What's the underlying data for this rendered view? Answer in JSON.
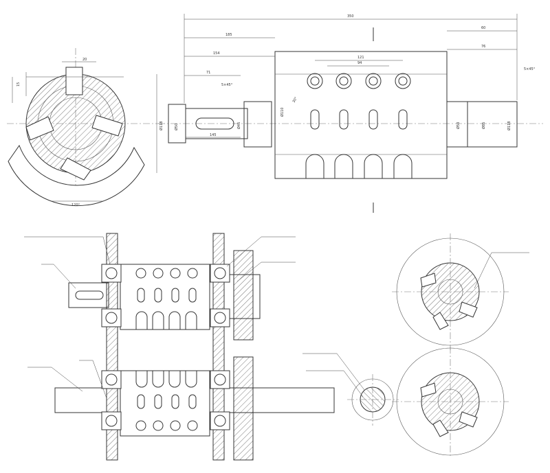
{
  "drawing": {
    "top_view": {
      "overall_length": "350",
      "dims": [
        "185",
        "154",
        "121",
        "94",
        "60",
        "71",
        "76",
        "145"
      ],
      "diameters": [
        "Ø50",
        "Ø45",
        "Ø50",
        "Ø85",
        "Ø110",
        "Ø118"
      ],
      "chamfer": "5×45°",
      "angle": "30°"
    },
    "section_view": {
      "diameter": "Ø118",
      "angle": "120°",
      "dims": [
        "20",
        "15"
      ]
    }
  }
}
